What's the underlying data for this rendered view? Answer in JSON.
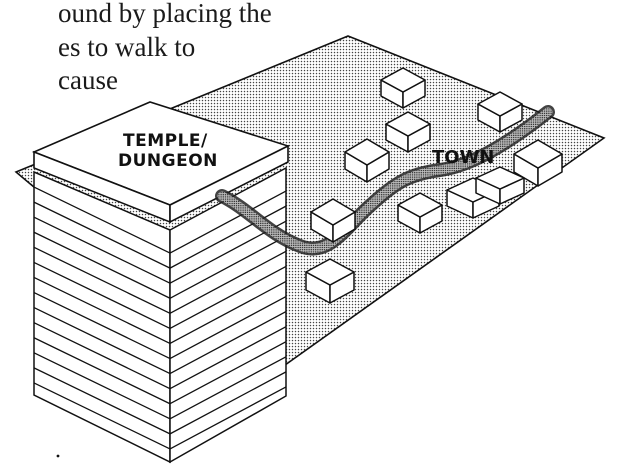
{
  "paragraph_lines": [
    "ound by placing the",
    "es to walk to",
    "cause"
  ],
  "labels": {
    "temple": [
      "TEMPLE/",
      "DUNGEON"
    ],
    "town": "TOWN"
  },
  "colors": {
    "ink": "#111111",
    "paper": "#ffffff",
    "stipple": "#555555"
  }
}
